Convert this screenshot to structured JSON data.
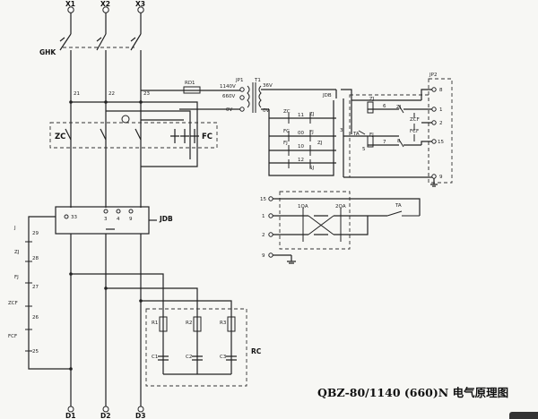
{
  "caption": "QBZ-80/1140 (660)N 电气原理图",
  "terminals": {
    "top": [
      "X1",
      "X2",
      "X3"
    ],
    "bottom": [
      "D1",
      "D2",
      "D3"
    ]
  },
  "components": {
    "ghk": "GHK",
    "zc": "ZC",
    "fc": "FC",
    "jdb_main": "JDB",
    "jdb_small": "JDB",
    "rc": "RC",
    "jp1": "JP1",
    "jp2": "JP2",
    "t1": "T1",
    "rd1": "RD1",
    "ta": "TA",
    "ta2": "TA",
    "sj": "SJ",
    "zcf": "ZCF",
    "fcf": "FCF",
    "one_qa": "1QA",
    "two_qa": "2QA"
  },
  "line_numbers": {
    "n21": "21",
    "n22": "22",
    "n23": "23",
    "n33": "33",
    "n3": "3",
    "n4": "4",
    "n9": "9"
  },
  "transformer_taps": {
    "v1140": "1140V",
    "v660": "660V",
    "v0a": "0V",
    "v36": "36V",
    "v0b": "0V"
  },
  "left_chain": [
    {
      "num": "29",
      "tag": "J"
    },
    {
      "num": "28",
      "tag": "ZJ"
    },
    {
      "num": "27",
      "tag": "FJ"
    },
    {
      "num": "26",
      "tag": "ZCF"
    },
    {
      "num": "25",
      "tag": "FCF"
    }
  ],
  "control_labels": {
    "zc1": "ZC",
    "zj1": "ZJ",
    "n11": "11",
    "fc1": "FC",
    "fj1": "FJ",
    "n00": "00",
    "fj2": "FJ",
    "zj2": "ZJ",
    "n10": "10",
    "n12": "12",
    "n3b": "3",
    "n5": "5",
    "n7": "7",
    "zj3": "ZJ",
    "n6": "6",
    "fj3": "FJ",
    "zj4": "ZJ",
    "n8": "8"
  },
  "jp2_pins": [
    "8",
    "1",
    "2",
    "15",
    "9"
  ],
  "remote_pins": [
    "15",
    "1",
    "2",
    "9"
  ],
  "rc_labels": [
    "R1",
    "R2",
    "R3",
    "C1",
    "C2",
    "C3"
  ]
}
